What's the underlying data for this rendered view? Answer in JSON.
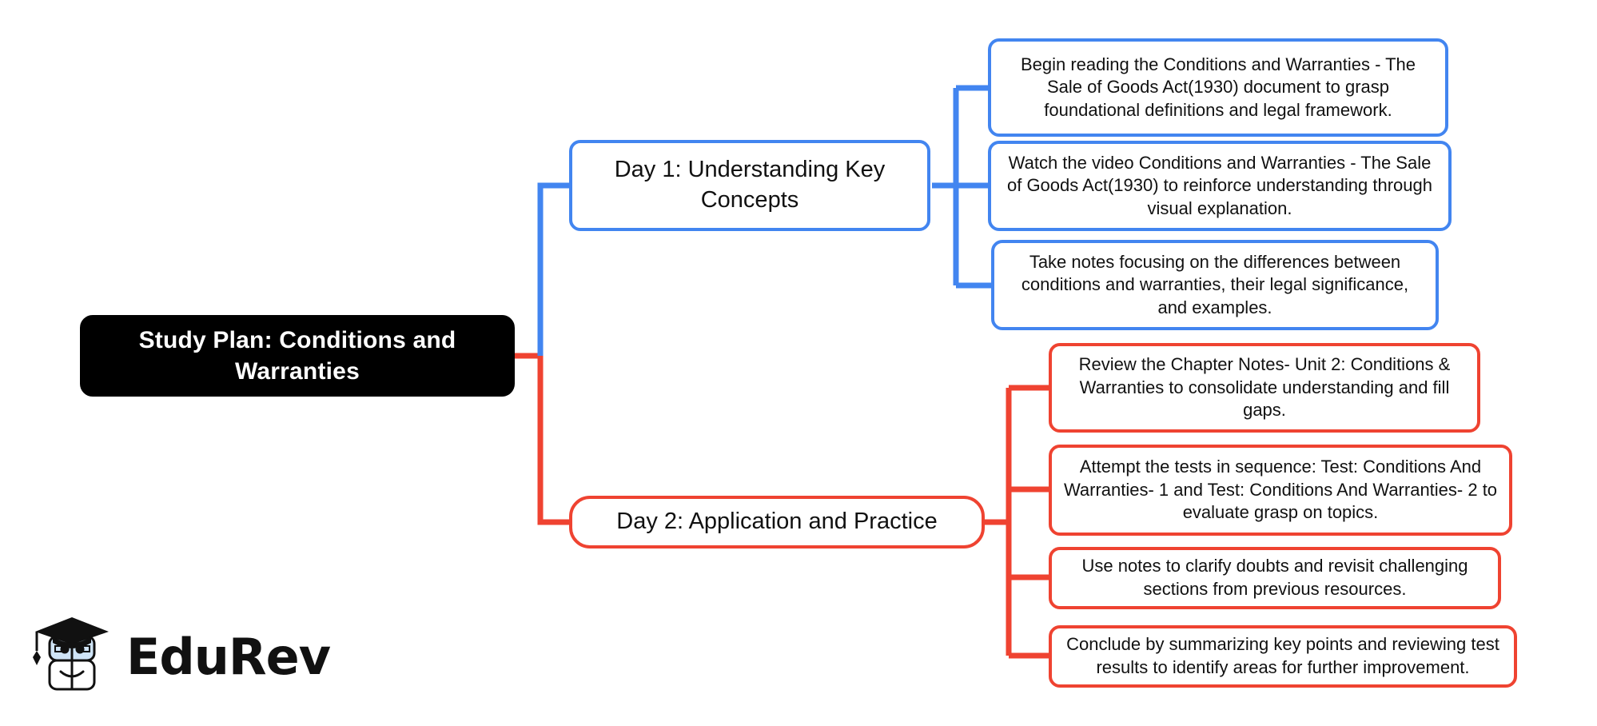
{
  "diagram": {
    "type": "mindmap",
    "title": "Study Plan: Conditions and Warranties",
    "colors": {
      "root_fill": "#000000",
      "root_text": "#ffffff",
      "branch_blue": "#4285f0",
      "branch_red": "#ef4331",
      "leaf_text": "#111111",
      "background": "#ffffff"
    }
  },
  "root": {
    "label": "Study Plan: Conditions and Warranties"
  },
  "branches": [
    {
      "id": "day-1",
      "label": "Day 1: Understanding Key Concepts",
      "color": "#4285f0",
      "leaves": [
        {
          "id": "day-1-leaf-1",
          "text": "Begin reading the Conditions and Warranties - The Sale of Goods Act(1930) document to grasp foundational definitions and legal framework."
        },
        {
          "id": "day-1-leaf-2",
          "text": "Watch the video Conditions and Warranties - The Sale of Goods Act(1930) to reinforce understanding through visual explanation."
        },
        {
          "id": "day-1-leaf-3",
          "text": "Take notes focusing on the differences between conditions and warranties, their legal significance, and examples."
        }
      ]
    },
    {
      "id": "day-2",
      "label": "Day 2: Application and Practice",
      "color": "#ef4331",
      "leaves": [
        {
          "id": "day-2-leaf-1",
          "text": "Review the Chapter Notes- Unit 2: Conditions & Warranties to consolidate understanding and fill gaps."
        },
        {
          "id": "day-2-leaf-2",
          "text": "Attempt the tests in sequence: Test: Conditions And Warranties- 1 and Test: Conditions And Warranties- 2 to evaluate grasp on topics."
        },
        {
          "id": "day-2-leaf-3",
          "text": "Use notes to clarify doubts and revisit challenging sections from previous resources."
        },
        {
          "id": "day-2-leaf-4",
          "text": "Conclude by summarizing key points and reviewing test results to identify areas for further improvement."
        }
      ]
    }
  ],
  "logo": {
    "wordmark": "EduRev",
    "icon": "graduation-cap-book-mascot"
  }
}
